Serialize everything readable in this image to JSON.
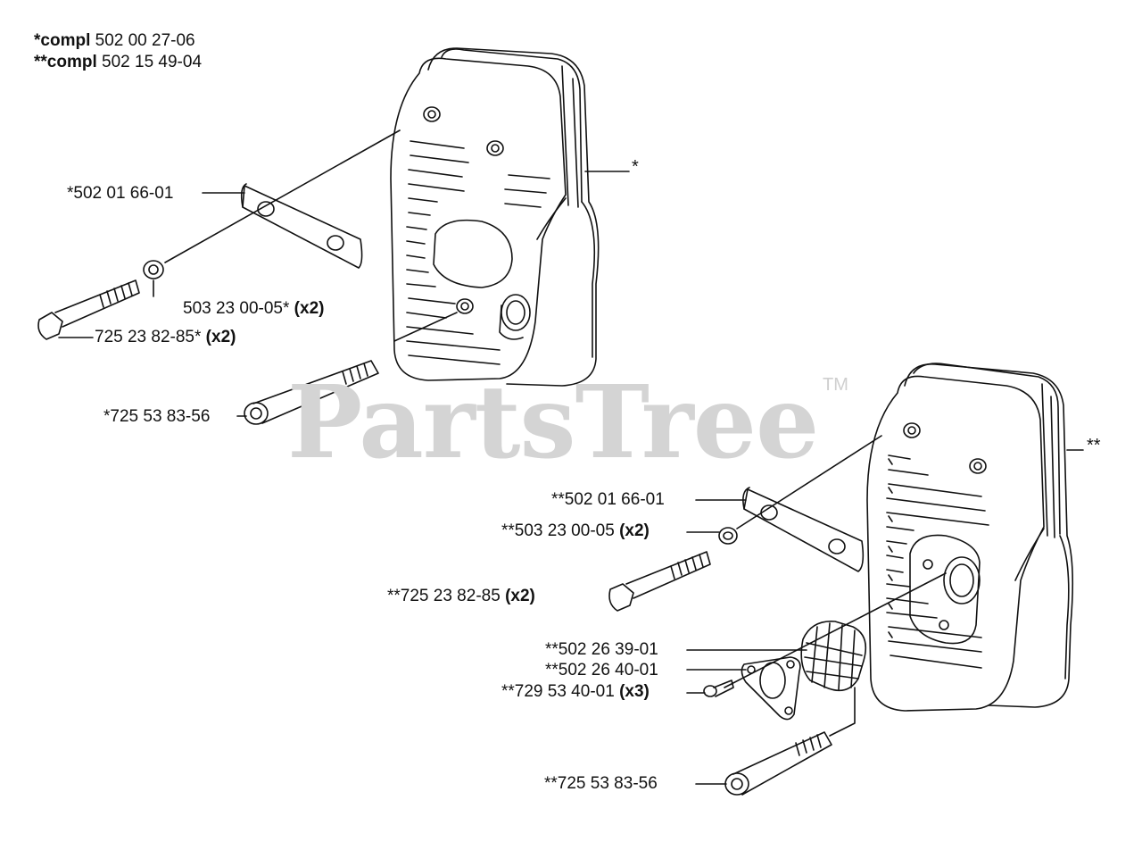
{
  "header": {
    "compl_1": {
      "prefix": "*compl",
      "number": "502 00 27-06"
    },
    "compl_2": {
      "prefix": "**compl",
      "number": "502 15 49-04"
    }
  },
  "watermark": {
    "text": "PartsTree",
    "tm": "TM"
  },
  "callouts": {
    "muffler_a": "*",
    "muffler_b": "**"
  },
  "parts": {
    "a_plate": {
      "number": "*502 01 66-01",
      "qty": ""
    },
    "a_washer": {
      "number": "503 23 00-05*",
      "qty": "(x2)"
    },
    "a_bolt_long": {
      "number": "725 23 82-85*",
      "qty": "(x2)"
    },
    "a_screw": {
      "number": "*725 53 83-56",
      "qty": ""
    },
    "b_plate": {
      "number": "**502 01 66-01",
      "qty": ""
    },
    "b_washer": {
      "number": "**503 23 00-05",
      "qty": "(x2)"
    },
    "b_bolt_long": {
      "number": "**725 23 82-85",
      "qty": "(x2)"
    },
    "b_screen": {
      "number": "**502 26 39-01",
      "qty": ""
    },
    "b_gasket": {
      "number": "**502 26 40-01",
      "qty": ""
    },
    "b_small_screw": {
      "number": "**729 53 40-01",
      "qty": "(x3)"
    },
    "b_screw": {
      "number": "**725 53 83-56",
      "qty": ""
    }
  },
  "colors": {
    "line": "#111111",
    "watermark": "#d4d4d4"
  }
}
